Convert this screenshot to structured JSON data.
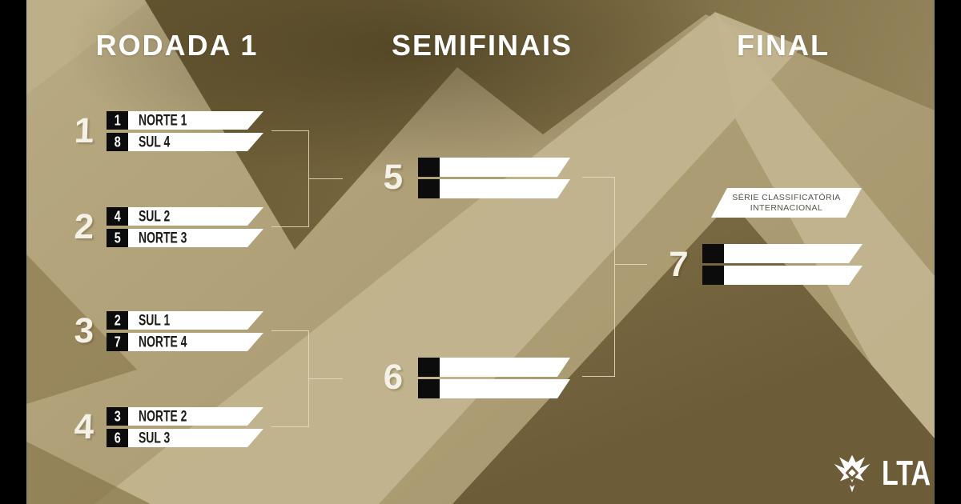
{
  "headers": {
    "round1": "RODADA 1",
    "semifinals": "SEMIFINAIS",
    "final": "FINAL"
  },
  "bracket": {
    "round1": {
      "matches": [
        {
          "number": "1",
          "slots": [
            {
              "seed": "1",
              "team": "NORTE 1"
            },
            {
              "seed": "8",
              "team": "SUL 4"
            }
          ]
        },
        {
          "number": "2",
          "slots": [
            {
              "seed": "4",
              "team": "SUL 2"
            },
            {
              "seed": "5",
              "team": "NORTE 3"
            }
          ]
        },
        {
          "number": "3",
          "slots": [
            {
              "seed": "2",
              "team": "SUL 1"
            },
            {
              "seed": "7",
              "team": "NORTE 4"
            }
          ]
        },
        {
          "number": "4",
          "slots": [
            {
              "seed": "3",
              "team": "NORTE 2"
            },
            {
              "seed": "6",
              "team": "SUL 3"
            }
          ]
        }
      ]
    },
    "semifinals": {
      "matches": [
        {
          "number": "5",
          "slots": [
            {
              "seed": "",
              "team": ""
            },
            {
              "seed": "",
              "team": ""
            }
          ]
        },
        {
          "number": "6",
          "slots": [
            {
              "seed": "",
              "team": ""
            },
            {
              "seed": "",
              "team": ""
            }
          ]
        }
      ]
    },
    "final": {
      "label": {
        "line1": "SÉRIE CLASSIFICATÓRIA",
        "line2": "INTERNACIONAL"
      },
      "match": {
        "number": "7",
        "slots": [
          {
            "seed": "",
            "team": ""
          },
          {
            "seed": "",
            "team": ""
          }
        ]
      }
    }
  },
  "logo": {
    "text": "LTA"
  },
  "colors": {
    "background_tan": "#af9f77",
    "background_light": "#c2b58f",
    "background_dark": "#66572f",
    "bar_white": "#ffffff",
    "seed_black": "#0c0c0c",
    "team_text": "#1d1b17",
    "connector": "#e4dabA",
    "header_text": "#ffffff",
    "plate_text": "#57524b"
  }
}
